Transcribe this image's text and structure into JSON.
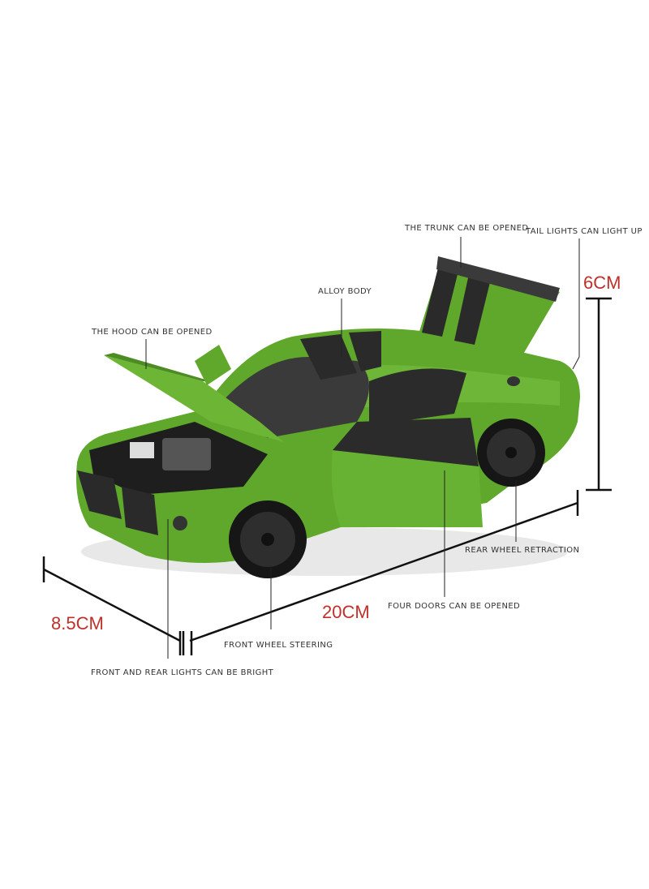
{
  "labels": {
    "trunk": "THE TRUNK CAN BE OPENED",
    "tail_lights": "TAIL LIGHTS CAN LIGHT UP",
    "alloy_body": "ALLOY BODY",
    "hood": "THE HOOD CAN BE OPENED",
    "rear_wheel": "REAR WHEEL RETRACTION",
    "four_doors": "FOUR DOORS CAN BE OPENED",
    "front_wheel": "FRONT WHEEL STEERING",
    "lights": "FRONT AND REAR LIGHTS CAN BE BRIGHT"
  },
  "dimensions": {
    "height": "6CM",
    "length": "20CM",
    "width": "8.5CM"
  },
  "colors": {
    "body": "#5fa82c",
    "stripe": "#2a2a2a",
    "dimension_text": "#c0302a",
    "label_text": "#333333"
  }
}
